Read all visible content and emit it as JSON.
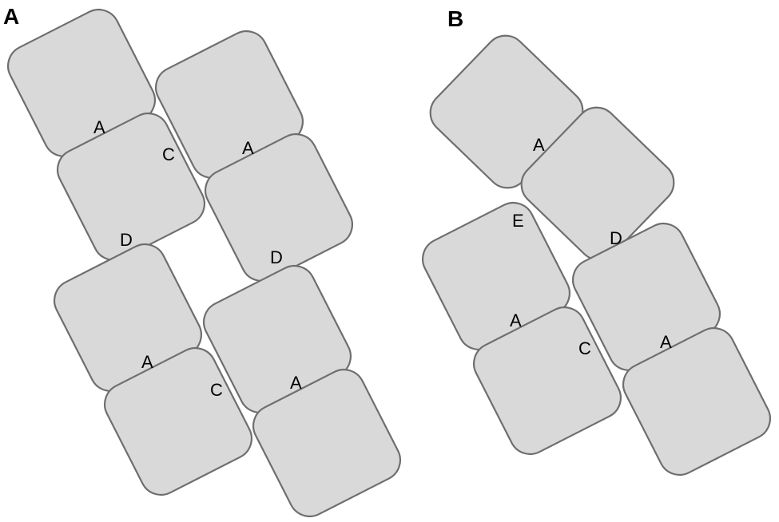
{
  "colors": {
    "tile_fill": "#d9d9d9",
    "tile_stroke": "#6e6e6e",
    "text": "#000000",
    "background": "#ffffff"
  },
  "panels": [
    {
      "label": "A",
      "tile_count": 8,
      "edge_labels": [
        "A",
        "C",
        "A",
        "D",
        "D",
        "A",
        "C",
        "A"
      ]
    },
    {
      "label": "B",
      "tile_count": 6,
      "edge_labels": [
        "A",
        "E",
        "D",
        "A",
        "C",
        "A"
      ]
    }
  ]
}
